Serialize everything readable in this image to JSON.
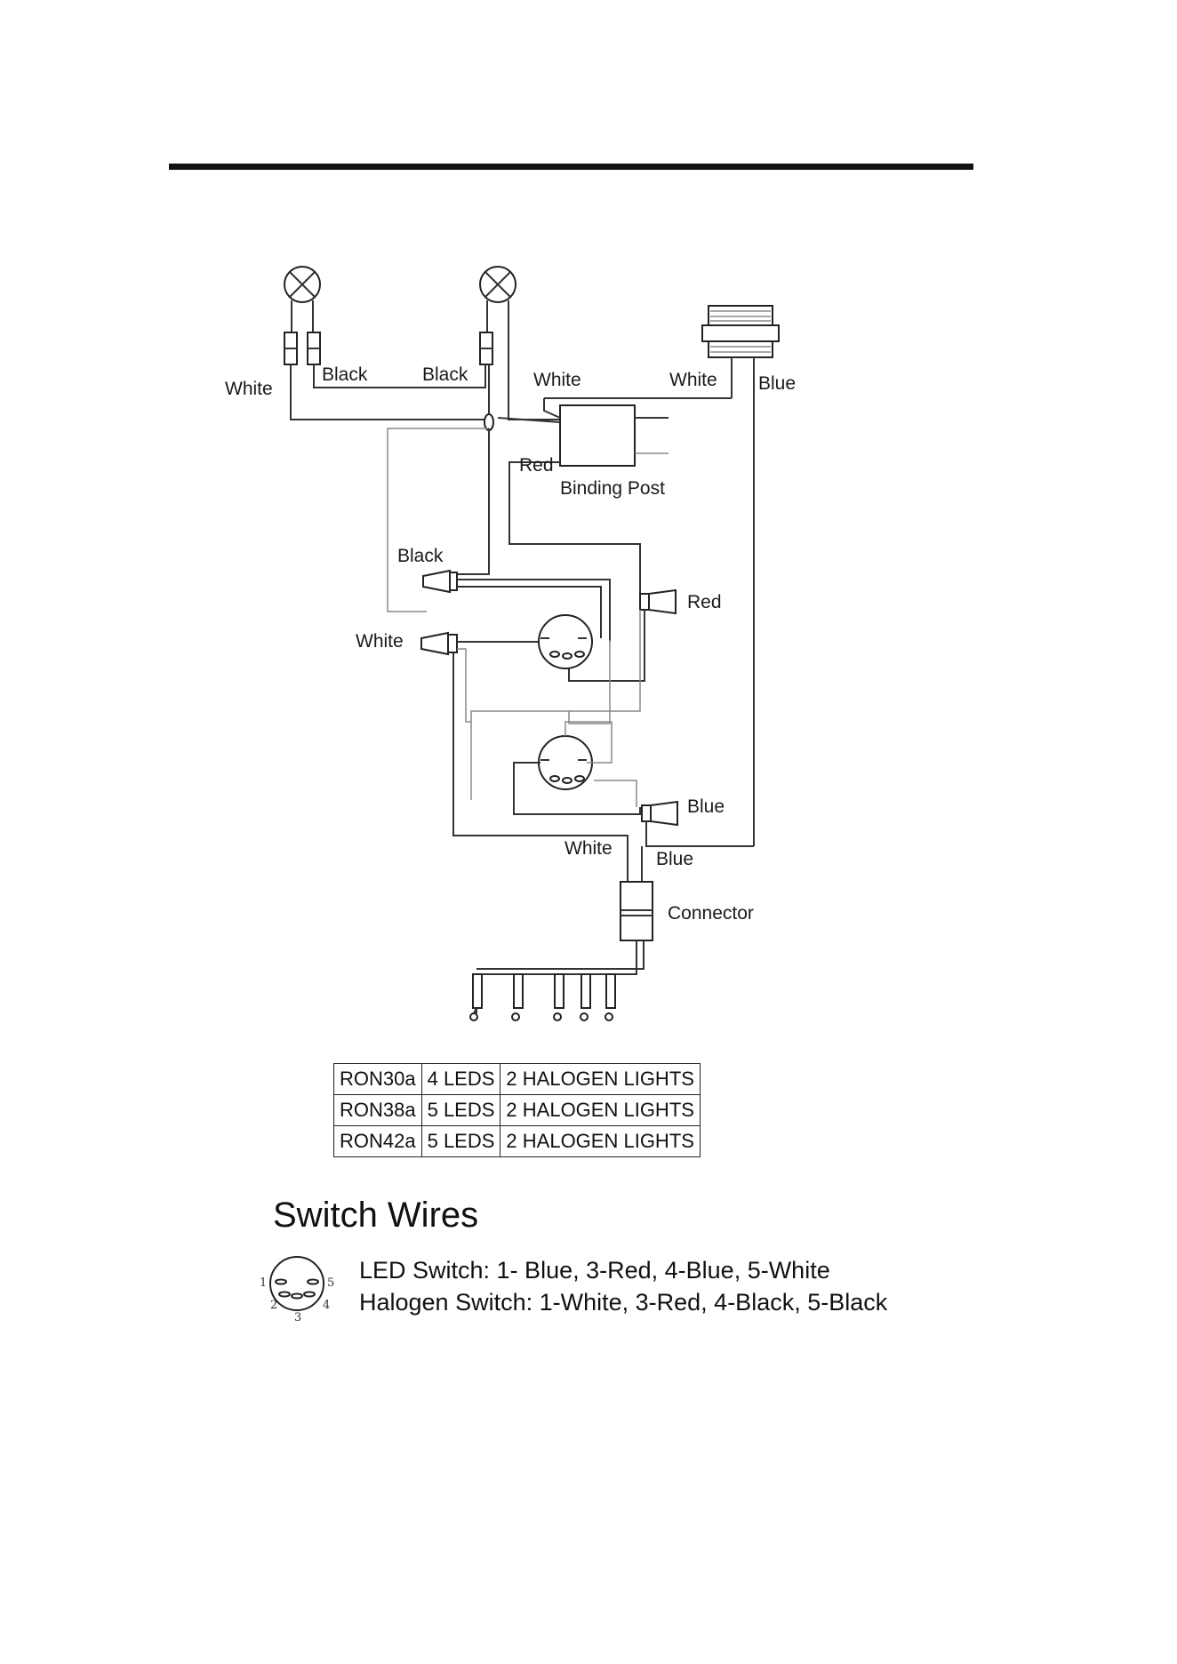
{
  "diagram": {
    "labels": {
      "white_left": "White",
      "black_left": "Black",
      "black_right": "Black",
      "white_mid": "White",
      "white_right": "White",
      "blue_top": "Blue",
      "red_post": "Red",
      "binding_post": "Binding Post",
      "black_conn": "Black",
      "red_conn": "Red",
      "white_conn": "White",
      "blue_conn": "Blue",
      "white_bottom": "White",
      "blue_bottom": "Blue",
      "connector": "Connector"
    }
  },
  "models_table": {
    "rows": [
      [
        "RON30a",
        "4 LEDS",
        "2 HALOGEN LIGHTS"
      ],
      [
        "RON38a",
        "5 LEDS",
        "2 HALOGEN LIGHTS"
      ],
      [
        "RON42a",
        "5 LEDS",
        "2 HALOGEN LIGHTS"
      ]
    ]
  },
  "switch_wires": {
    "title": "Switch Wires",
    "pins": [
      "1",
      "5",
      "2",
      "3",
      "4"
    ],
    "led": "LED Switch: 1- Blue, 3-Red, 4-Blue, 5-White",
    "halogen": "Halogen Switch: 1-White, 3-Red, 4-Black, 5-Black"
  }
}
